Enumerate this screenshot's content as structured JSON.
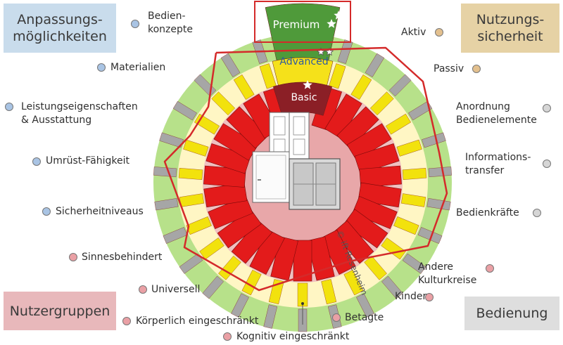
{
  "corners": {
    "adaptability": "Anpassungs-\nmöglichkeiten",
    "safety": "Nutzungs-\nsicherheit",
    "user_groups": "Nutzergruppen",
    "operation": "Bedienung"
  },
  "levels": {
    "premium": "Premium",
    "advanced": "Advanced",
    "basic": "Basic"
  },
  "copyright": "© ift Rosenheim",
  "colors": {
    "blue_dot": "#a9c4e4",
    "tan_dot": "#e3c08e",
    "gray_dot": "#d6d6d6",
    "pink_dot": "#eaa0a5",
    "outer_ring": "#b7e18a",
    "yellow_ring": "#fff6c4",
    "pink_ring": "#f0c0c0",
    "inner_pink": "#e8a7a9",
    "spoke_red": "#e31b1b",
    "spoke_yellow": "#f2e20d",
    "spoke_gray": "#a6a6a6",
    "profile_line": "#d42a2a",
    "premium_green": "#4f9a3a",
    "advanced_yellow": "#f5e11a",
    "basic_maroon": "#8b1f26"
  },
  "criteria": [
    {
      "id": "bedienkonzepte",
      "label": "Bedien-\nkonzepte",
      "group": "blue"
    },
    {
      "id": "materialien",
      "label": "Materialien",
      "group": "blue"
    },
    {
      "id": "leistungseigenschaften",
      "label": "Leistungseigenschaften\n& Ausstattung",
      "group": "blue"
    },
    {
      "id": "umruest",
      "label": "Umrüst-Fähigkeit",
      "group": "blue"
    },
    {
      "id": "sicherheitniveaus",
      "label": "Sicherheitniveaus",
      "group": "blue"
    },
    {
      "id": "sinnesbehindert",
      "label": "Sinnesbehindert",
      "group": "pink"
    },
    {
      "id": "universell",
      "label": "Universell",
      "group": "pink"
    },
    {
      "id": "koerperlich",
      "label": "Körperlich eingeschränkt",
      "group": "pink"
    },
    {
      "id": "kognitiv",
      "label": "Kognitiv eingeschränkt",
      "group": "pink"
    },
    {
      "id": "betagte",
      "label": "Betagte",
      "group": "pink"
    },
    {
      "id": "kinder",
      "label": "Kinder",
      "group": "pink"
    },
    {
      "id": "kulturkreise",
      "label": "Andere\nKulturkreise",
      "group": "pink"
    },
    {
      "id": "bedienkraefte",
      "label": "Bedienkräfte",
      "group": "gray"
    },
    {
      "id": "informationstransfer",
      "label": "Informations-\ntransfer",
      "group": "gray"
    },
    {
      "id": "anordnung",
      "label": "Anordnung\nBedienelemente",
      "group": "gray"
    },
    {
      "id": "passiv",
      "label": "Passiv",
      "group": "tan"
    },
    {
      "id": "aktiv",
      "label": "Aktiv",
      "group": "tan"
    }
  ]
}
